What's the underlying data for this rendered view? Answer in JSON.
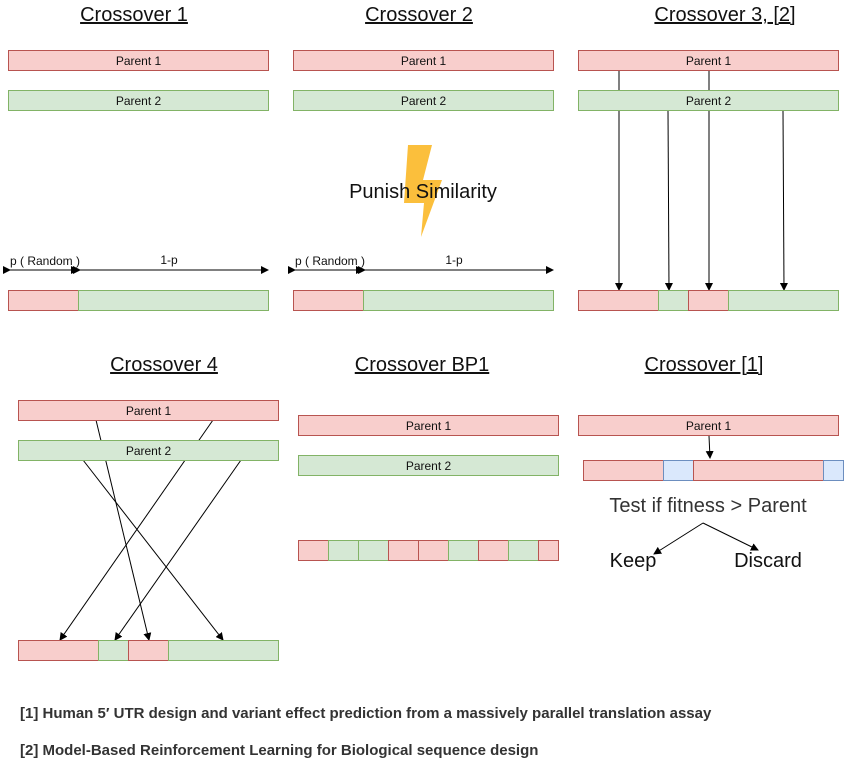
{
  "panels": {
    "c1": {
      "title": "Crossover 1",
      "parent1": "Parent 1",
      "parent2": "Parent 2",
      "p_label": "p ( Random )",
      "q_label": "1-p"
    },
    "c2": {
      "title": "Crossover 2",
      "parent1": "Parent 1",
      "parent2": "Parent 2",
      "p_label": "p ( Random )",
      "q_label": "1-p",
      "note": "Punish Similarity"
    },
    "c3": {
      "title": "Crossover 3, [2]",
      "parent1": "Parent 1",
      "parent2": "Parent 2"
    },
    "c4": {
      "title": "Crossover 4",
      "parent1": "Parent 1",
      "parent2": "Parent 2"
    },
    "bp1": {
      "title": "Crossover BP1",
      "parent1": "Parent 1",
      "parent2": "Parent 2"
    },
    "c5": {
      "title": "Crossover [1]",
      "parent1": "Parent 1",
      "test": "Test if fitness > Parent",
      "keep": "Keep",
      "discard": "Discard"
    }
  },
  "references": [
    "[1] Human 5′ UTR design and variant effect prediction from a massively parallel translation assay",
    "[2] Model-Based Reinforcement Learning for Biological sequence design"
  ],
  "colors": {
    "parent1_fill": "#f8cecc",
    "parent2_fill": "#d5e8d4",
    "mutation_fill": "#dae8fc",
    "lightning": "#fbbf3c"
  },
  "icons": {
    "similarity": "lightning-bolt-icon"
  }
}
